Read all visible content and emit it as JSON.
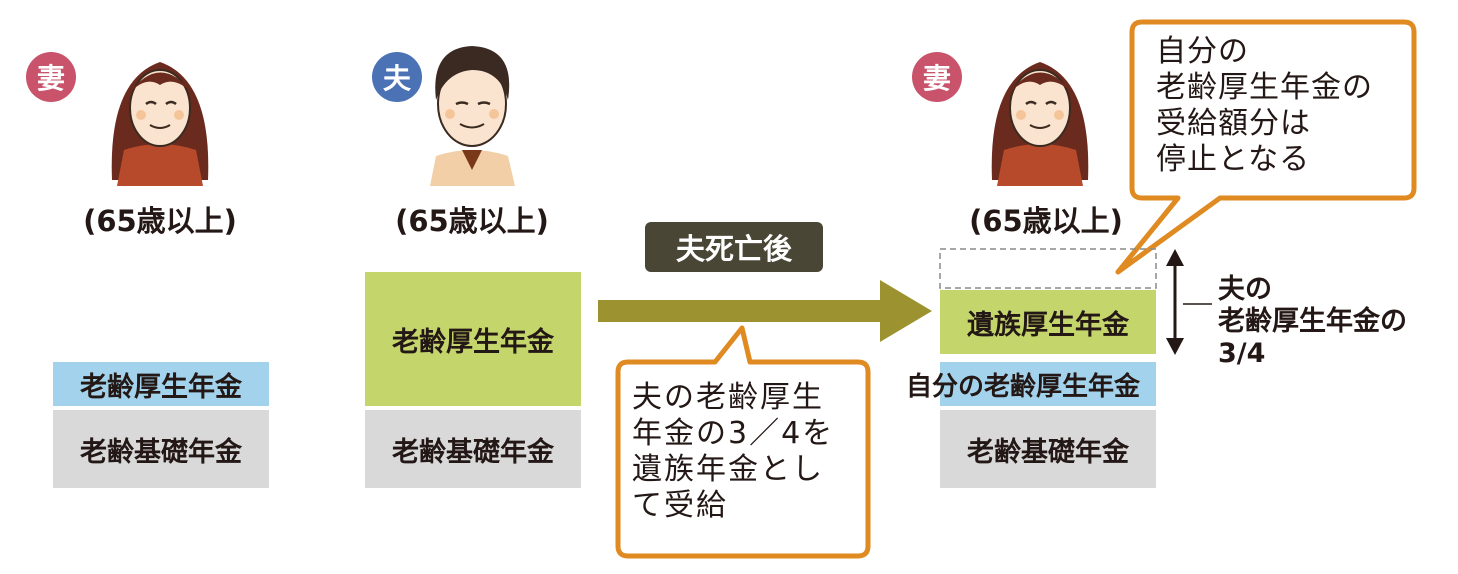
{
  "left_wife": {
    "badge": "妻",
    "age": "(65歳以上)",
    "pension_kosei": "老齢厚生年金",
    "pension_kiso": "老齢基礎年金"
  },
  "husband": {
    "badge": "夫",
    "age": "(65歳以上)",
    "pension_kosei": "老齢厚生年金",
    "pension_kiso": "老齢基礎年金"
  },
  "transition": {
    "label": "夫死亡後",
    "callout_lines": [
      "夫の老齢厚生",
      "年金の3／4を",
      "遺族年金とし",
      "て受給"
    ]
  },
  "right_wife": {
    "badge": "妻",
    "age": "(65歳以上)",
    "survivor_pension": "遺族厚生年金",
    "own_kosei": "自分の老齢厚生年金",
    "pension_kiso": "老齢基礎年金",
    "callout_lines": [
      "自分の",
      "老齢厚生年金の",
      "受給額分は",
      "停止となる"
    ],
    "side_label_lines": [
      "夫の",
      "老齢厚生年金の",
      "3/4"
    ]
  },
  "colors": {
    "wife_badge": "#c8536a",
    "husband_badge": "#4a72b4",
    "green_box": "#c4d56c",
    "blue_box": "#a3d3ec",
    "gray_box": "#d9d9d9",
    "arrow": "#9c9330",
    "label_bg": "#4a4636",
    "callout_border": "#e08a22"
  }
}
